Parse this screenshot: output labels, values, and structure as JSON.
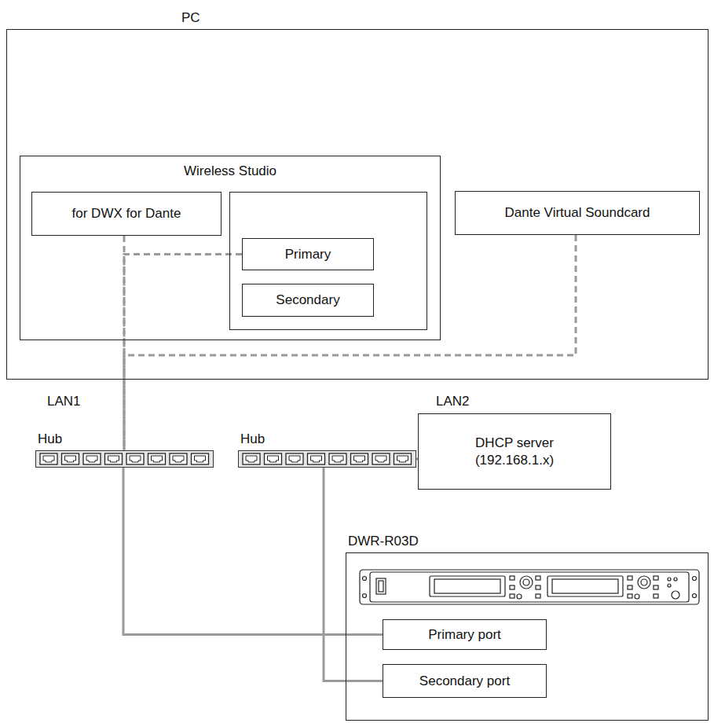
{
  "diagram": {
    "nodes": [
      {
        "text": [
          "PC"
        ]
      },
      {
        "text": [
          "Wireless Studio"
        ],
        "in": 0
      },
      {
        "text": [
          "for DWX for Dante"
        ],
        "in": 1
      },
      {
        "text": [
          "Primary"
        ],
        "in": 1
      },
      {
        "text": [
          "Secondary"
        ],
        "in": 1
      },
      {
        "text": [
          "Dante Virtual Soundcard"
        ],
        "in": 0
      },
      {
        "text": [
          "Hub"
        ]
      },
      {
        "text": [
          "Hub"
        ]
      },
      {
        "text": [
          "DHCP server (192.168.1.x)"
        ]
      },
      {
        "text": [
          "DWR-R03D"
        ]
      },
      {
        "text": [
          "Primary port"
        ],
        "in": 9
      },
      {
        "text": [
          "Secondary port"
        ],
        "in": 9
      }
    ],
    "edges": [
      {
        "from": 3,
        "to": 6,
        "arrow": "none"
      },
      {
        "from": 2,
        "to": 6,
        "arrow": "none"
      },
      {
        "from": 5,
        "to": 6,
        "arrow": "none"
      },
      {
        "from": 6,
        "to": 10,
        "arrow": "none"
      },
      {
        "from": 7,
        "to": 11,
        "arrow": "none"
      },
      {
        "from": 7,
        "to": 8,
        "arrow": "none"
      }
    ],
    "labels": [
      "LAN1",
      "LAN2"
    ]
  }
}
